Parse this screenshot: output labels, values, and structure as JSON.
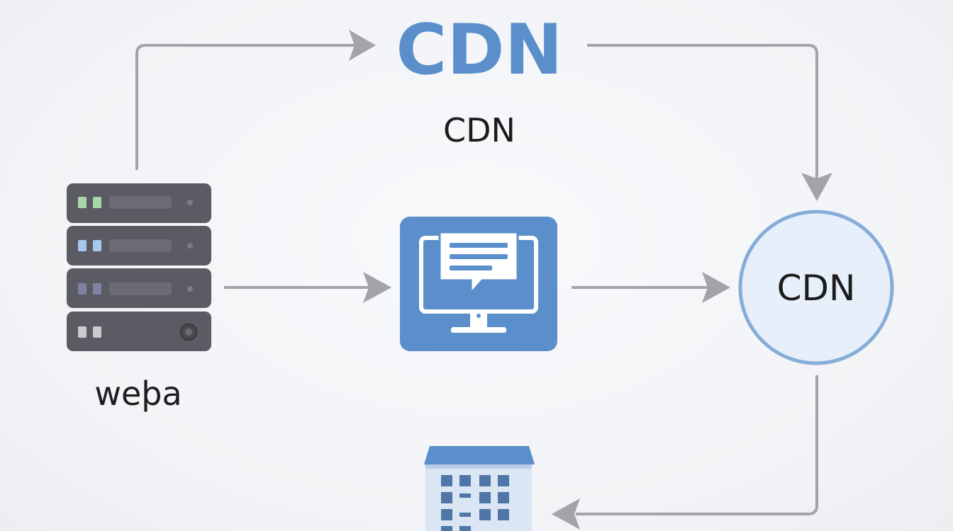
{
  "diagram": {
    "top_title": "CDN",
    "top_subtitle": "CDN",
    "server_label": "weþa",
    "node_label": "CDN"
  },
  "colors": {
    "accent_blue": "#5a8fcb",
    "server_gray": "#5b5c63",
    "arrow_gray": "#a2a4aa",
    "node_fill": "#e6effa"
  },
  "icons": {
    "server": "server-rack-icon",
    "monitor": "monitor-chat-icon",
    "building": "building-icon"
  }
}
